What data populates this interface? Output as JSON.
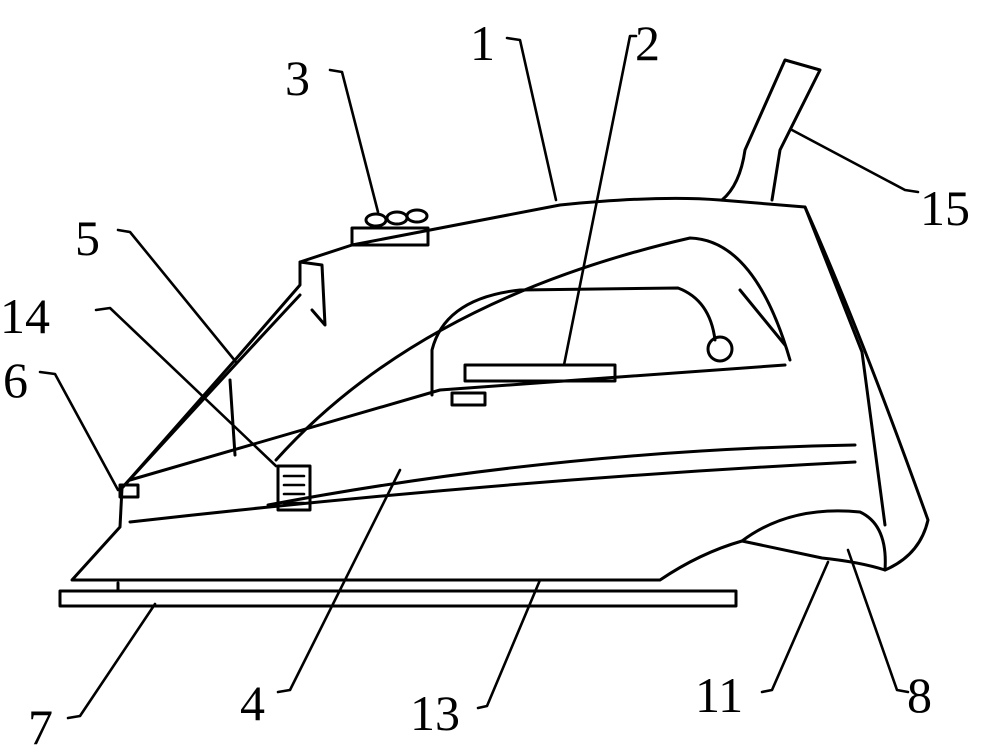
{
  "figure": {
    "labels": [
      {
        "id": "1",
        "text": "1"
      },
      {
        "id": "2",
        "text": "2"
      },
      {
        "id": "3",
        "text": "3"
      },
      {
        "id": "4",
        "text": "4"
      },
      {
        "id": "5",
        "text": "5"
      },
      {
        "id": "6",
        "text": "6"
      },
      {
        "id": "7",
        "text": "7"
      },
      {
        "id": "8",
        "text": "8"
      },
      {
        "id": "11",
        "text": "11"
      },
      {
        "id": "13",
        "text": "13"
      },
      {
        "id": "14",
        "text": "14"
      },
      {
        "id": "15",
        "text": "15"
      }
    ]
  }
}
